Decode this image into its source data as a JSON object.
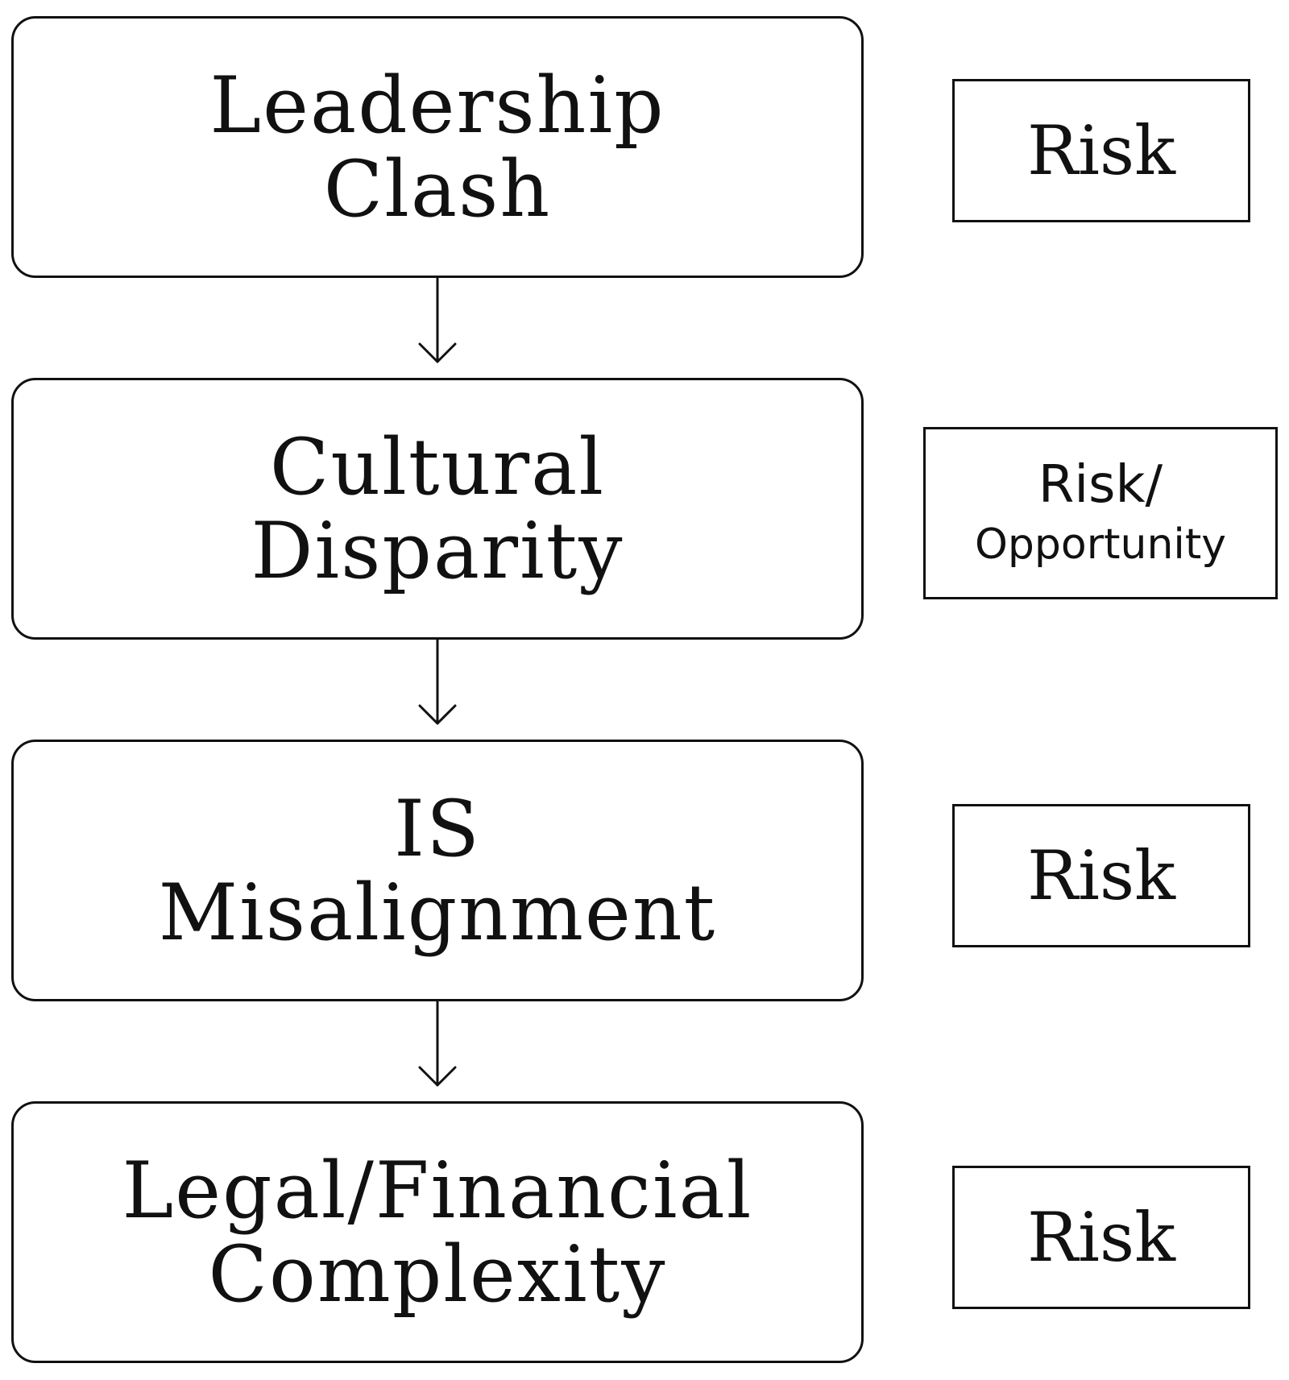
{
  "steps": [
    {
      "line1": "Leadership",
      "line2": "Clash"
    },
    {
      "line1": "Cultural",
      "line2": "Disparity"
    },
    {
      "line1": "IS",
      "line2": "Misalignment"
    },
    {
      "line1": "Legal/Financial",
      "line2": "Complexity"
    }
  ],
  "tags": [
    {
      "text": "Risk"
    },
    {
      "text": "Risk/",
      "sub": "Opportunity"
    },
    {
      "text": "Risk"
    },
    {
      "text": "Risk"
    }
  ]
}
